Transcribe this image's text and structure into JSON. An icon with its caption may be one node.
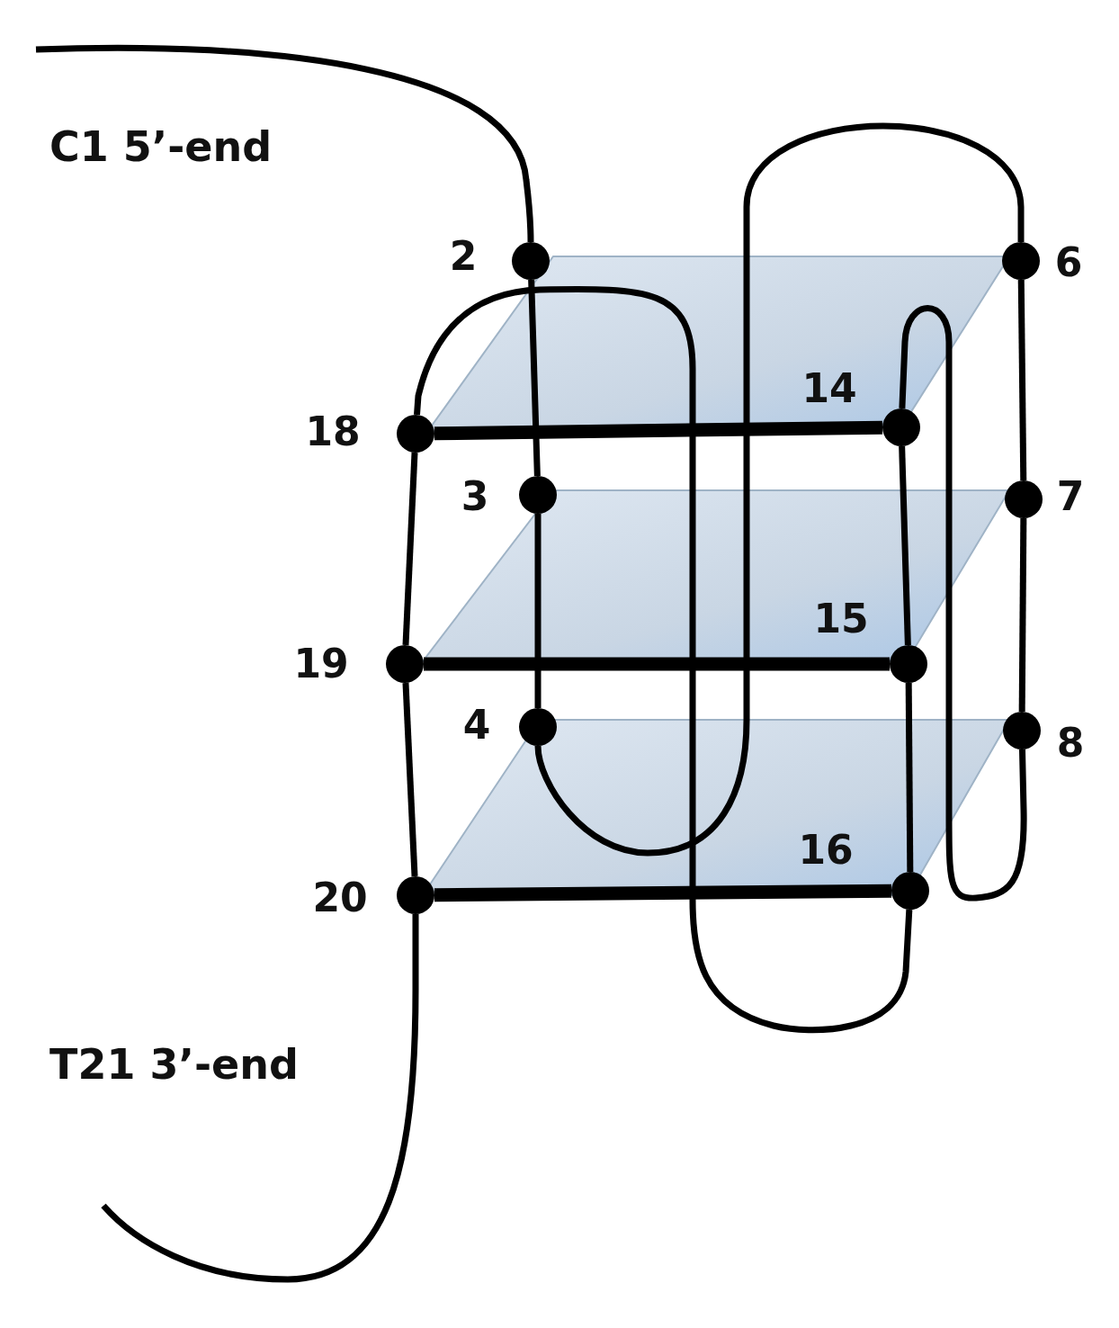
{
  "diagram": {
    "nodes": [
      {
        "text": [],
        "shape": "circle",
        "beside": [
          "2"
        ]
      },
      {
        "text": [],
        "shape": "circle",
        "beside": [
          "6"
        ]
      },
      {
        "text": [],
        "shape": "circle",
        "beside": [
          "14"
        ]
      },
      {
        "text": [],
        "shape": "circle",
        "beside": [
          "18"
        ]
      },
      {
        "text": [],
        "shape": "circle",
        "beside": [
          "3"
        ]
      },
      {
        "text": [],
        "shape": "circle",
        "beside": [
          "7"
        ]
      },
      {
        "text": [],
        "shape": "circle",
        "beside": [
          "15"
        ]
      },
      {
        "text": [],
        "shape": "circle",
        "beside": [
          "19"
        ]
      },
      {
        "text": [],
        "shape": "circle",
        "beside": [
          "4"
        ]
      },
      {
        "text": [],
        "shape": "circle",
        "beside": [
          "8"
        ]
      },
      {
        "text": [],
        "shape": "circle",
        "beside": [
          "16"
        ]
      },
      {
        "text": [],
        "shape": "circle",
        "beside": [
          "20"
        ]
      }
    ],
    "edges": [
      {
        "from": null,
        "to": 0,
        "arrow": "none"
      },
      {
        "from": 0,
        "to": 4,
        "arrow": "none"
      },
      {
        "from": 4,
        "to": 8,
        "arrow": "none"
      },
      {
        "from": 8,
        "to": 1,
        "arrow": "none"
      },
      {
        "from": 1,
        "to": 5,
        "arrow": "none"
      },
      {
        "from": 5,
        "to": 9,
        "arrow": "none"
      },
      {
        "from": 9,
        "to": 2,
        "arrow": "none"
      },
      {
        "from": 2,
        "to": 6,
        "arrow": "none"
      },
      {
        "from": 6,
        "to": 10,
        "arrow": "none"
      },
      {
        "from": 10,
        "to": 3,
        "arrow": "none"
      },
      {
        "from": 3,
        "to": 7,
        "arrow": "none"
      },
      {
        "from": 7,
        "to": 11,
        "arrow": "none"
      },
      {
        "from": 11,
        "to": null,
        "arrow": "none"
      },
      {
        "from": 3,
        "to": 2,
        "arrow": "none",
        "style": "thick"
      },
      {
        "from": 7,
        "to": 6,
        "arrow": "none",
        "style": "thick"
      },
      {
        "from": 11,
        "to": 10,
        "arrow": "none",
        "style": "thick"
      }
    ],
    "labels": [
      "C1 5’-end",
      "T21 3’-end"
    ]
  }
}
